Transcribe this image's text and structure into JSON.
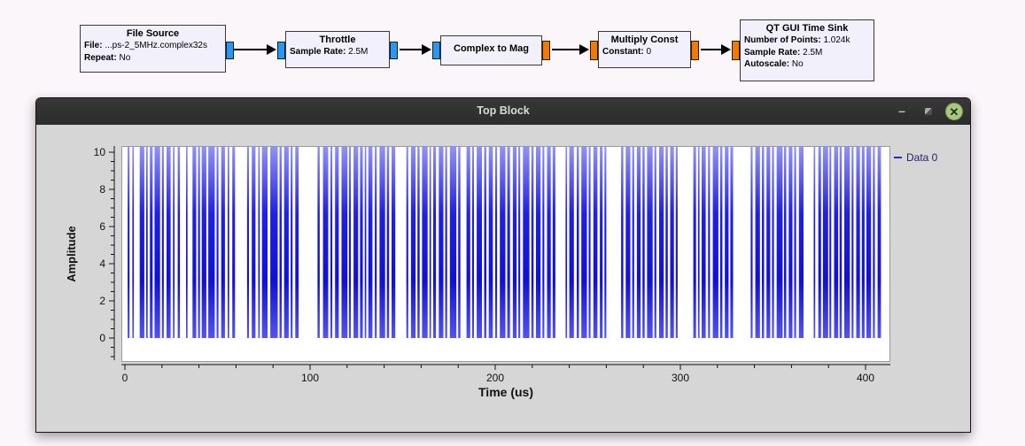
{
  "page": {
    "background": "#faf6fa"
  },
  "flowgraph": {
    "port_colors": {
      "complex": "#2797f3",
      "float": "#f57900"
    },
    "blocks": [
      {
        "title": "File Source",
        "params": [
          {
            "label": "File:",
            "value": "...ps-2_5MHz.complex32s"
          },
          {
            "label": "Repeat:",
            "value": "No"
          }
        ]
      },
      {
        "title": "Throttle",
        "params": [
          {
            "label": "Sample Rate:",
            "value": "2.5M"
          }
        ]
      },
      {
        "title": "Complex to Mag",
        "params": []
      },
      {
        "title": "Multiply Const",
        "params": [
          {
            "label": "Constant:",
            "value": "0"
          }
        ]
      },
      {
        "title": "QT GUI Time Sink",
        "params": [
          {
            "label": "Number of Points:",
            "value": "1.024k"
          },
          {
            "label": "Sample Rate:",
            "value": "2.5M"
          },
          {
            "label": "Autoscale:",
            "value": "No"
          }
        ]
      }
    ]
  },
  "window": {
    "title": "Top Block",
    "titlebar_bg": "#2e2e2e",
    "body_bg": "#d6d6d6",
    "controls": {
      "minimize_glyph": "–",
      "close_glyph": "✕",
      "close_bg": "#a6c97c"
    }
  },
  "chart_data": {
    "type": "line",
    "title": "",
    "xlabel": "Time (us)",
    "ylabel": "Amplitude",
    "xlim": [
      -1,
      413
    ],
    "ylim": [
      -1.3,
      10.35
    ],
    "x_major_ticks": [
      0,
      100,
      200,
      300,
      400
    ],
    "x_minor_step": 20,
    "y_major_ticks": [
      0,
      2,
      4,
      6,
      8,
      10
    ],
    "y_minor_step": 0.5,
    "grid": false,
    "legend_position": "top-right",
    "legend": [
      {
        "label": "Data 0",
        "color": "#2a2ad0"
      }
    ],
    "line_color": "#1212dd",
    "pulse_gradient": [
      "#8d8df4",
      "#1515e2",
      "#0303d6",
      "#4a4aee"
    ],
    "signal": {
      "low": 0,
      "high": 10,
      "unit": "us",
      "pulses": [
        [
          1.5,
          1.0
        ],
        [
          4,
          0.8
        ],
        [
          8,
          2.5
        ],
        [
          11.5,
          0.8
        ],
        [
          13.5,
          1.5
        ],
        [
          16,
          3.0
        ],
        [
          20,
          1.0
        ],
        [
          22.5,
          2.2
        ],
        [
          26,
          0.8
        ],
        [
          28.5,
          1.2
        ],
        [
          33,
          0.8
        ],
        [
          36.5,
          2.0
        ],
        [
          39.5,
          1.0
        ],
        [
          41.5,
          2.5
        ],
        [
          45,
          3.5
        ],
        [
          49.5,
          1.0
        ],
        [
          52,
          2.0
        ],
        [
          55.5,
          0.8
        ],
        [
          58,
          1.5
        ],
        [
          66,
          1.0
        ],
        [
          68.5,
          2.0
        ],
        [
          72,
          0.8
        ],
        [
          74,
          3.0
        ],
        [
          78.5,
          4.0
        ],
        [
          83.5,
          1.2
        ],
        [
          86,
          2.5
        ],
        [
          89.5,
          1.0
        ],
        [
          92,
          1.8
        ],
        [
          104,
          1.2
        ],
        [
          107,
          2.8
        ],
        [
          111,
          1.0
        ],
        [
          113.5,
          2.0
        ],
        [
          117,
          3.2
        ],
        [
          121,
          1.0
        ],
        [
          123.5,
          2.5
        ],
        [
          127,
          1.5
        ],
        [
          129.5,
          0.8
        ],
        [
          131.5,
          2.2
        ],
        [
          135,
          1.0
        ],
        [
          137.5,
          3.0
        ],
        [
          141.5,
          1.2
        ],
        [
          144,
          2.0
        ],
        [
          152,
          1.0
        ],
        [
          154.5,
          2.5
        ],
        [
          158,
          1.2
        ],
        [
          160.5,
          3.0
        ],
        [
          164.5,
          0.8
        ],
        [
          166.5,
          1.5
        ],
        [
          169.5,
          2.5
        ],
        [
          173,
          1.0
        ],
        [
          175.5,
          3.5
        ],
        [
          180,
          1.2
        ],
        [
          184.5,
          2.0
        ],
        [
          187.5,
          1.0
        ],
        [
          190,
          2.8
        ],
        [
          194,
          1.2
        ],
        [
          196.5,
          2.2
        ],
        [
          200,
          1.0
        ],
        [
          202.5,
          3.0
        ],
        [
          206.5,
          1.5
        ],
        [
          209.5,
          2.0
        ],
        [
          212.5,
          1.0
        ],
        [
          215,
          3.5
        ],
        [
          219.5,
          1.2
        ],
        [
          222,
          2.5
        ],
        [
          225.5,
          1.0
        ],
        [
          228,
          2.0
        ],
        [
          231,
          1.5
        ],
        [
          238,
          0.8
        ],
        [
          240,
          2.5
        ],
        [
          244,
          1.2
        ],
        [
          246.5,
          3.0
        ],
        [
          250.5,
          1.0
        ],
        [
          253,
          2.2
        ],
        [
          256.5,
          1.5
        ],
        [
          259,
          1.0
        ],
        [
          268,
          1.2
        ],
        [
          270.5,
          2.5
        ],
        [
          274,
          1.0
        ],
        [
          276.5,
          2.0
        ],
        [
          279.5,
          1.2
        ],
        [
          282,
          3.0
        ],
        [
          286,
          1.0
        ],
        [
          288.5,
          2.5
        ],
        [
          292,
          1.2
        ],
        [
          294.5,
          2.0
        ],
        [
          297.5,
          1.0
        ],
        [
          307,
          1.5
        ],
        [
          309.5,
          0.8
        ],
        [
          311.5,
          2.2
        ],
        [
          315,
          1.0
        ],
        [
          317.5,
          3.0
        ],
        [
          321.5,
          1.2
        ],
        [
          324,
          2.0
        ],
        [
          327,
          1.5
        ],
        [
          338,
          1.0
        ],
        [
          340.5,
          2.5
        ],
        [
          344,
          1.2
        ],
        [
          346.5,
          2.0
        ],
        [
          349.5,
          1.0
        ],
        [
          352,
          3.2
        ],
        [
          356,
          1.2
        ],
        [
          358.5,
          2.0
        ],
        [
          361.5,
          1.0
        ],
        [
          364,
          2.5
        ],
        [
          372,
          0.8
        ],
        [
          374.5,
          1.5
        ],
        [
          377,
          2.8
        ],
        [
          380.5,
          1.0
        ],
        [
          383,
          2.2
        ],
        [
          386,
          1.2
        ],
        [
          388.5,
          3.0
        ],
        [
          392.5,
          1.0
        ],
        [
          395,
          2.0
        ],
        [
          398,
          1.5
        ],
        [
          400.5,
          2.5
        ],
        [
          404,
          1.0
        ],
        [
          406.5,
          1.8
        ]
      ]
    }
  }
}
